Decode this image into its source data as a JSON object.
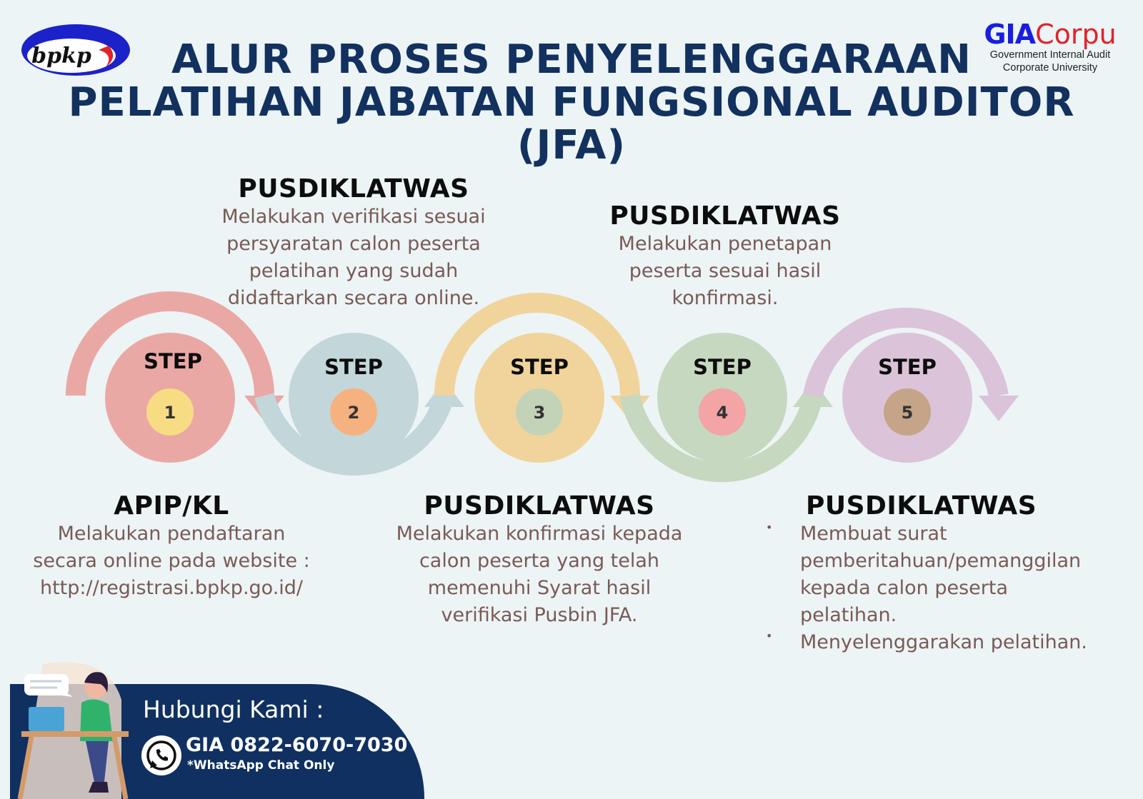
{
  "logos": {
    "bpkp": "bpkp",
    "gia_bold": "GIA",
    "gia_rest": "Corpu",
    "gia_line1": "Government Internal Audit",
    "gia_line2": "Corporate University"
  },
  "title": {
    "line1": "ALUR PROSES PENYELENGGARAAN",
    "line2": "PELATIHAN JABATAN FUNGSIONAL AUDITOR",
    "line3": "(JFA)"
  },
  "steps": [
    {
      "label": "STEP",
      "number": "1",
      "heading": "APIP/KL",
      "lines": [
        "Melakukan pendaftaran",
        "secara online pada website :",
        "http://registrasi.bpkp.go.id/"
      ],
      "ring_color": "#eaa8a5",
      "badge_color": "#f7dc84"
    },
    {
      "label": "STEP",
      "number": "2",
      "heading": "PUSDIKLATWAS",
      "lines": [
        "Melakukan verifikasi sesuai",
        "persyaratan calon peserta",
        "pelatihan yang sudah",
        "didaftarkan secara online."
      ],
      "ring_color": "#c3d6d9",
      "badge_color": "#f6b181"
    },
    {
      "label": "STEP",
      "number": "3",
      "heading": "PUSDIKLATWAS",
      "lines": [
        "Melakukan konfirmasi kepada",
        "calon peserta yang telah",
        "memenuhi Syarat hasil",
        "verifikasi Pusbin JFA."
      ],
      "ring_color": "#f0d49b",
      "badge_color": "#c3d3b8"
    },
    {
      "label": "STEP",
      "number": "4",
      "heading": "PUSDIKLATWAS",
      "lines": [
        "Melakukan penetapan",
        "peserta sesuai hasil",
        "konfirmasi."
      ],
      "ring_color": "#c6d8bf",
      "badge_color": "#f3a4a5"
    },
    {
      "label": "STEP",
      "number": "5",
      "heading": "PUSDIKLATWAS",
      "bullets": [
        "Membuat surat",
        "pemberitahuan/pemanggilan",
        "kepada calon peserta",
        "pelatihan.",
        "Menyelenggarakan pelatihan."
      ],
      "ring_color": "#dbc3d9",
      "badge_color": "#c6a488"
    }
  ],
  "contact": {
    "title": "Hubungi Kami :",
    "phone": "GIA 0822-6070-7030",
    "note": "*WhatsApp Chat Only",
    "icon": "whatsapp-icon"
  }
}
